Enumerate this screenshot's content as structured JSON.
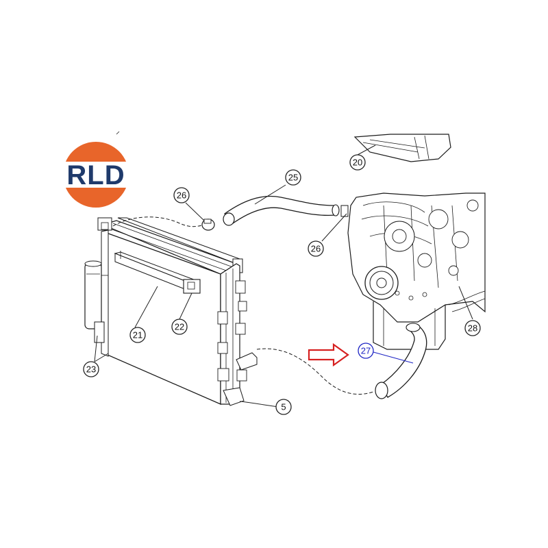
{
  "logo": {
    "text": "RLD",
    "colors": {
      "orange": "#e8652a",
      "navy": "#1f3a6b",
      "blue": "#3a6fb5"
    }
  },
  "callouts": [
    {
      "id": "c20",
      "label": "20"
    },
    {
      "id": "c21",
      "label": "21"
    },
    {
      "id": "c22",
      "label": "22"
    },
    {
      "id": "c23",
      "label": "23"
    },
    {
      "id": "c25",
      "label": "25"
    },
    {
      "id": "c26a",
      "label": "26"
    },
    {
      "id": "c26b",
      "label": "26"
    },
    {
      "id": "c27",
      "label": "27",
      "highlighted": true
    },
    {
      "id": "c28",
      "label": "28"
    },
    {
      "id": "c5",
      "label": "5"
    }
  ],
  "highlight": {
    "part": "27",
    "arrow_color": "#d62020",
    "circle_color": "#1d24c4"
  }
}
